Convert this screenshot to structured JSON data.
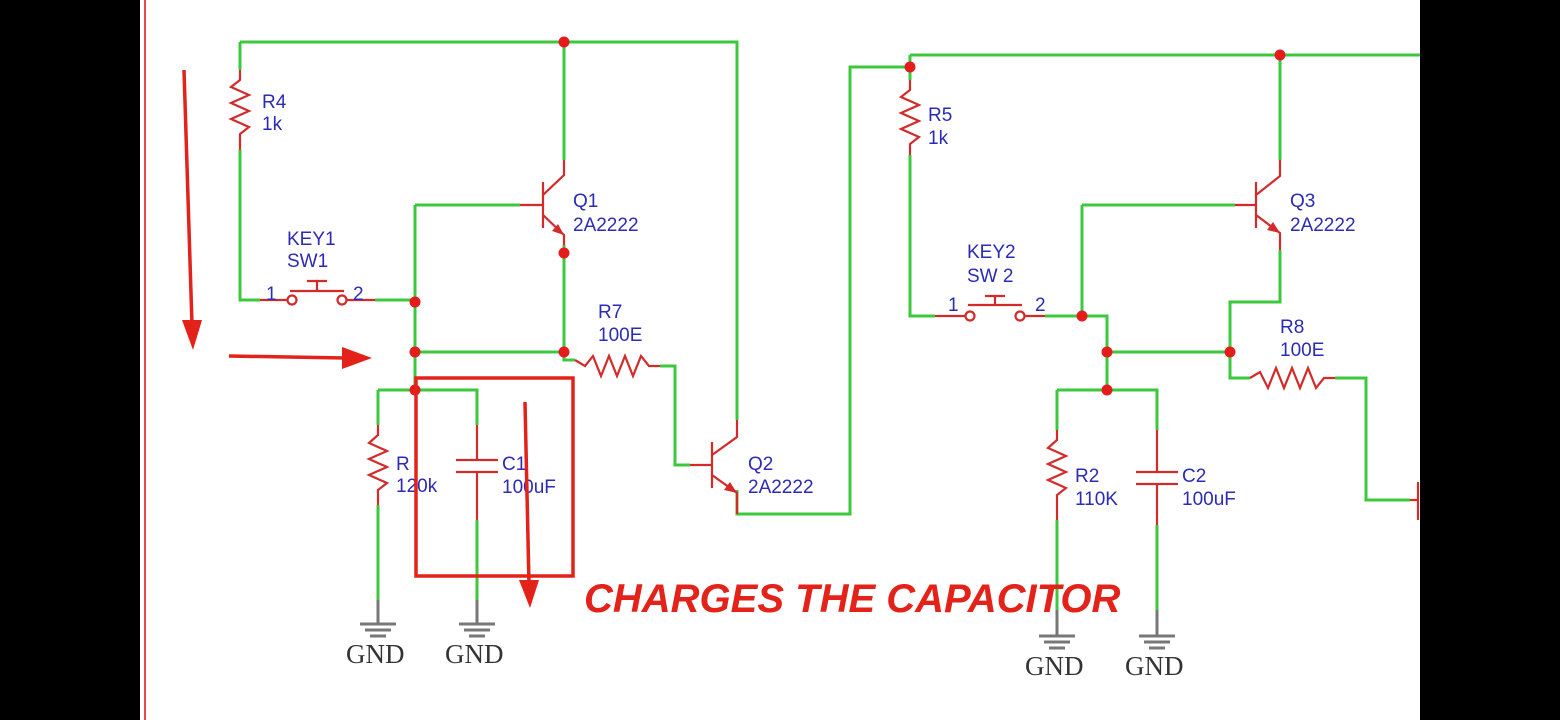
{
  "components": {
    "r4": {
      "ref": "R4",
      "value": "1k"
    },
    "r5": {
      "ref": "R5",
      "value": "1k"
    },
    "key1": {
      "ref": "KEY1",
      "value": "SW1",
      "pin1": "1",
      "pin2": "2"
    },
    "key2": {
      "ref": "KEY2",
      "value": "SW 2",
      "pin1": "1",
      "pin2": "2"
    },
    "q1": {
      "ref": "Q1",
      "value": "2A2222"
    },
    "q2": {
      "ref": "Q2",
      "value": "2A2222"
    },
    "q3": {
      "ref": "Q3",
      "value": "2A2222"
    },
    "r7": {
      "ref": "R7",
      "value": "100E"
    },
    "r8": {
      "ref": "R8",
      "value": "100E"
    },
    "r1": {
      "ref": "R",
      "value": "120k"
    },
    "r2": {
      "ref": "R2",
      "value": "110K"
    },
    "c1": {
      "ref": "C1",
      "value": "100uF"
    },
    "c2": {
      "ref": "C2",
      "value": "100uF"
    }
  },
  "ground_labels": [
    "GND",
    "GND",
    "GND",
    "GND"
  ],
  "annotation": {
    "text": "CHARGES THE CAPACITOR"
  },
  "colors": {
    "wire": "#3cc83c",
    "component": "#d42a2a",
    "label": "#2b2bb5",
    "annotation": "#e3221a",
    "letterbox": "#000000"
  }
}
